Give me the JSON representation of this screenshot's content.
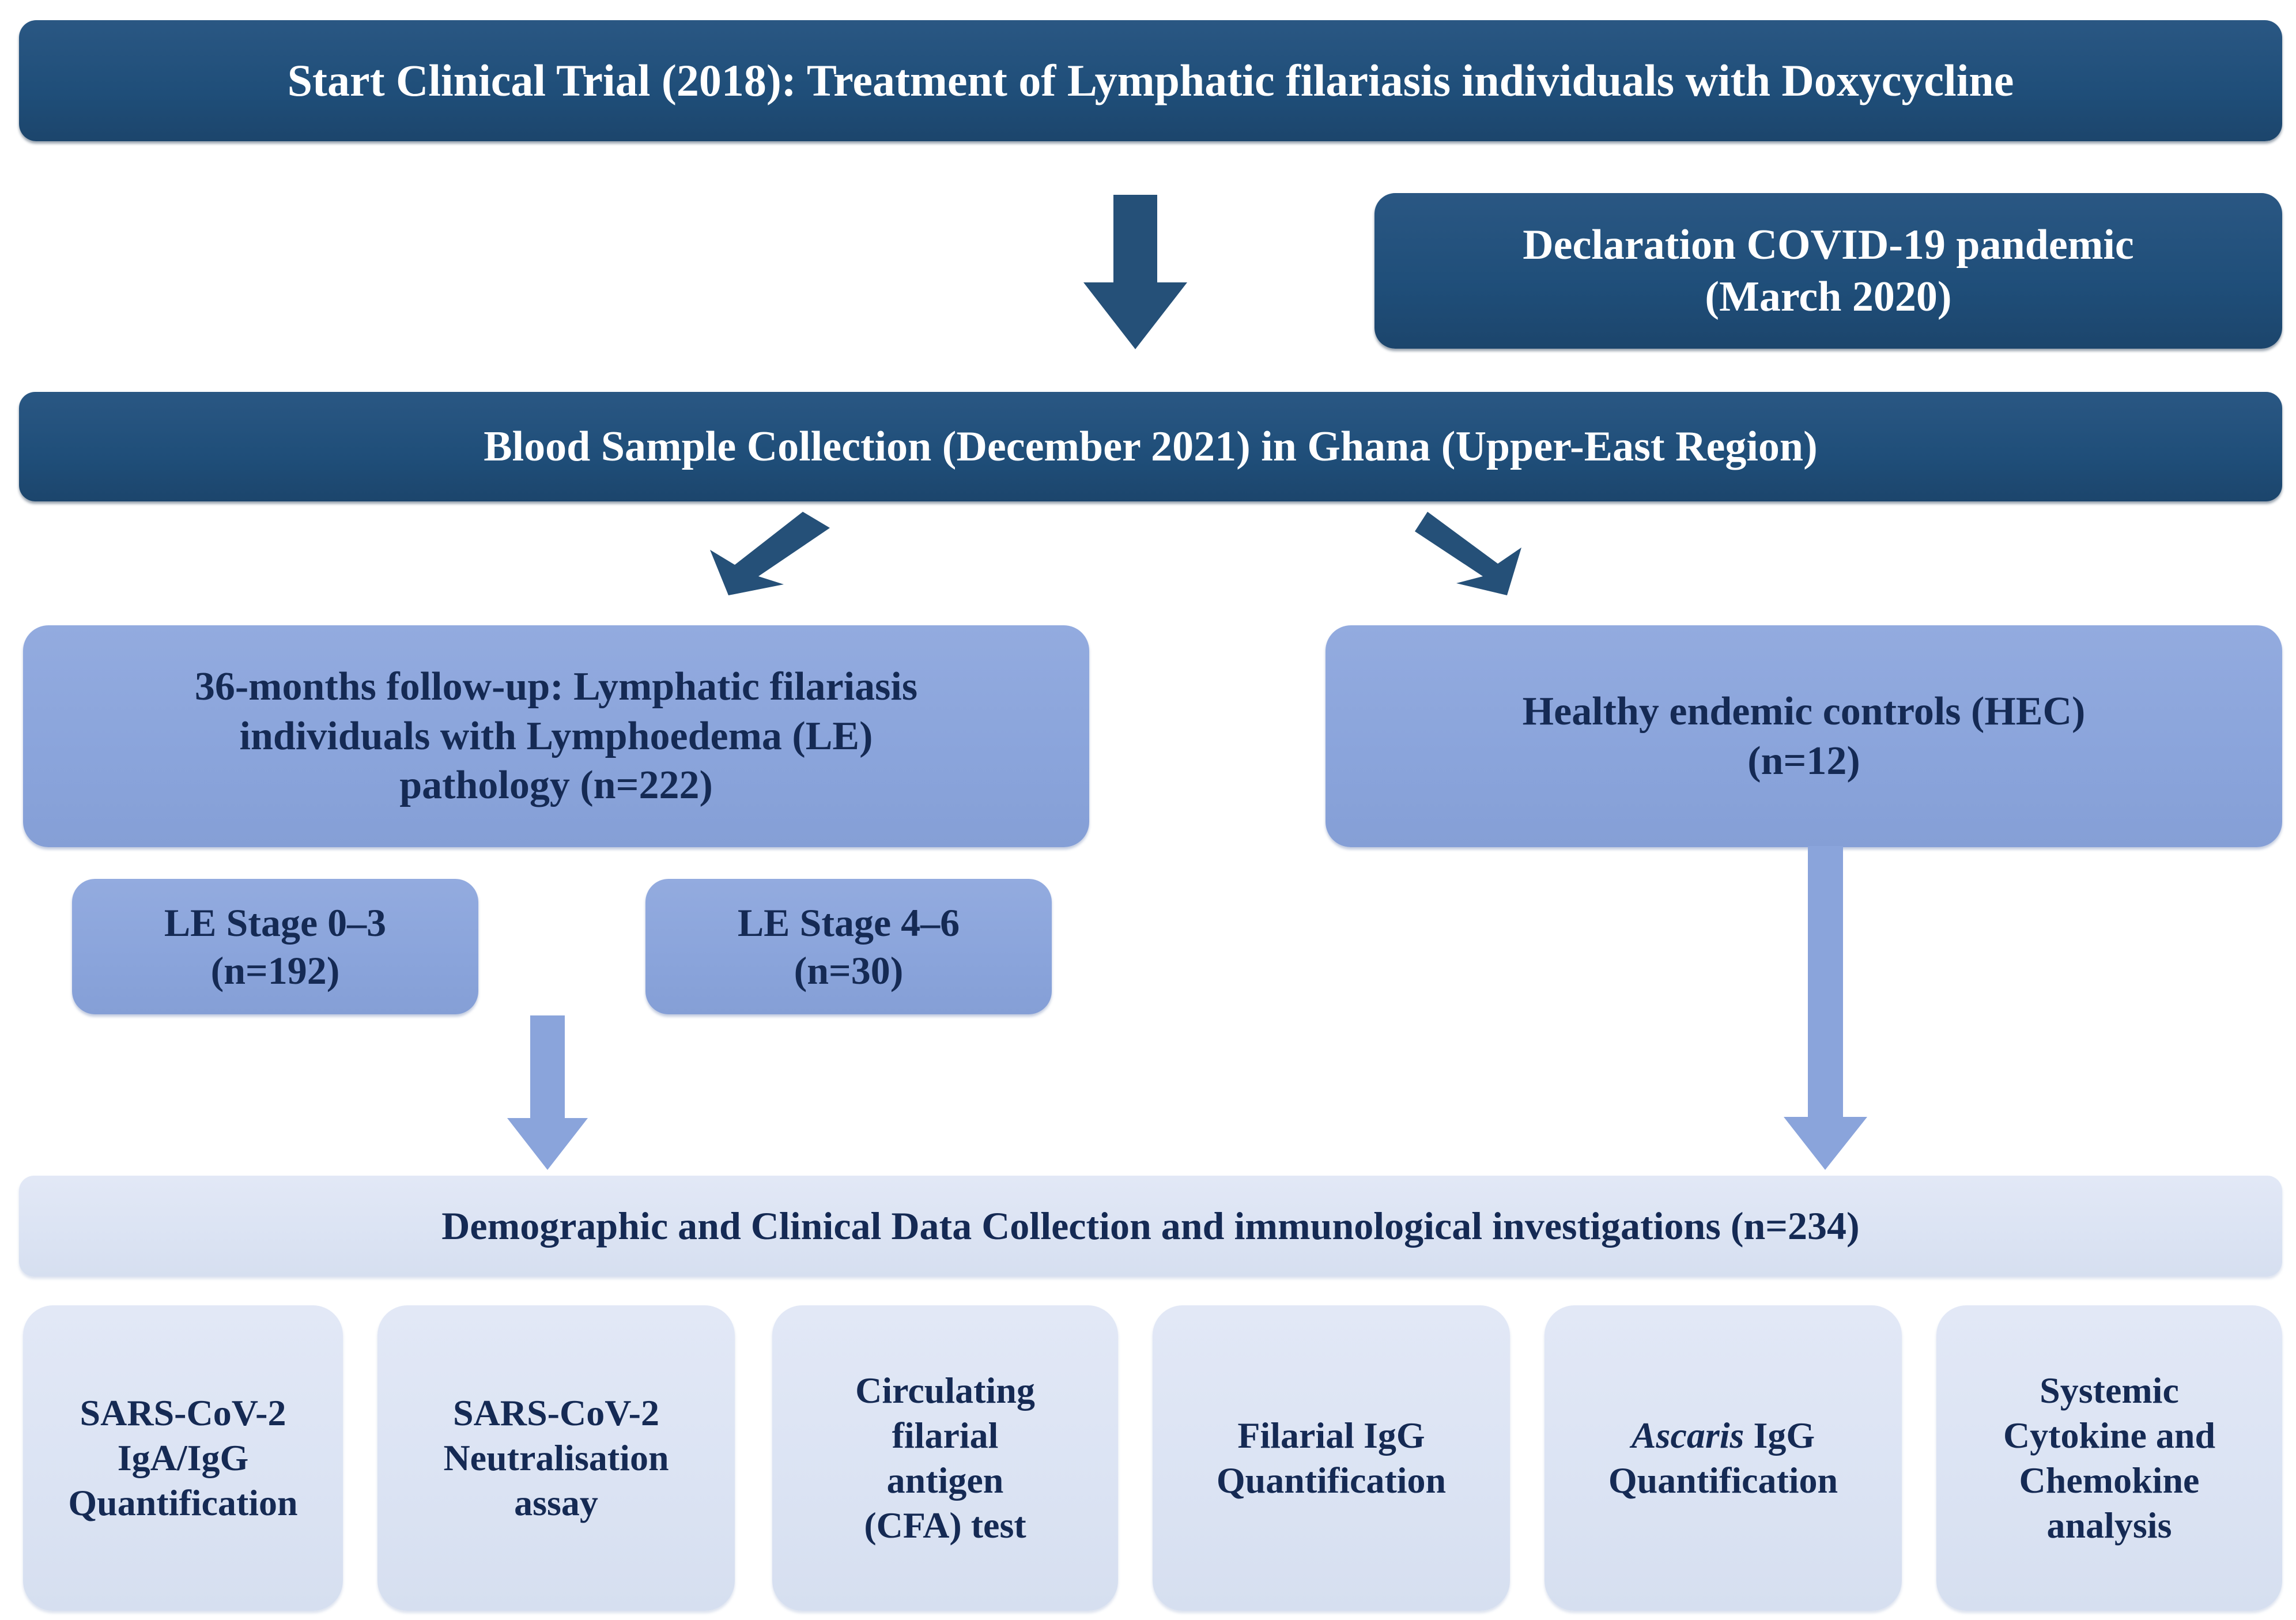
{
  "diagram": {
    "title_bar": "Start Clinical Trial (2018): Treatment of Lymphatic filariasis individuals with Doxycycline",
    "covid_box_line1": "Declaration COVID-19 pandemic",
    "covid_box_line2": "(March 2020)",
    "blood_bar": "Blood Sample Collection (December 2021) in Ghana (Upper-East Region)",
    "le_followup_line1": "36-months follow-up: Lymphatic filariasis",
    "le_followup_line2": "individuals with Lymphoedema (LE)",
    "le_followup_line3": "pathology (n=222)",
    "hec_line1": "Healthy endemic controls (HEC)",
    "hec_line2": "(n=12)",
    "le_stage_a_line1": "LE Stage 0–3",
    "le_stage_a_line2": "(n=192)",
    "le_stage_b_line1": "LE Stage 4–6",
    "le_stage_b_line2": "(n=30)",
    "demographics_bar": "Demographic and Clinical Data Collection and immunological investigations (n=234)",
    "assays": [
      {
        "lines": [
          "SARS-CoV-2",
          "IgA/IgG",
          "Quantification"
        ]
      },
      {
        "lines": [
          "SARS-CoV-2",
          "Neutralisation",
          "assay"
        ]
      },
      {
        "lines": [
          "Circulating",
          "filarial",
          "antigen",
          "(CFA) test"
        ]
      },
      {
        "lines": [
          "Filarial IgG",
          "Quantification"
        ]
      },
      {
        "lines": [
          "Ascaris IgG",
          "Quantification"
        ],
        "italic_first_word": "Ascaris"
      },
      {
        "lines": [
          "Systemic",
          "Cytokine and",
          "Chemokine",
          "analysis"
        ]
      }
    ],
    "arrows": [
      {
        "name": "arrow-title-to-blood",
        "direction": "down",
        "color": "#1f4e79"
      },
      {
        "name": "arrow-blood-to-le",
        "direction": "down-left",
        "color": "#1f4e79"
      },
      {
        "name": "arrow-blood-to-hec",
        "direction": "down-right",
        "color": "#1f4e79"
      },
      {
        "name": "arrow-stage-to-demo",
        "direction": "down",
        "color": "#8aa4db"
      },
      {
        "name": "arrow-hec-to-demo",
        "direction": "down",
        "color": "#8aa4db"
      }
    ],
    "colors": {
      "dark_blue": "#1f4e79",
      "medium_blue": "#8aa4db",
      "pale_blue": "#dbe3f3",
      "dark_text": "#152a54",
      "light_text": "#ffffff",
      "background": "#ffffff"
    }
  }
}
